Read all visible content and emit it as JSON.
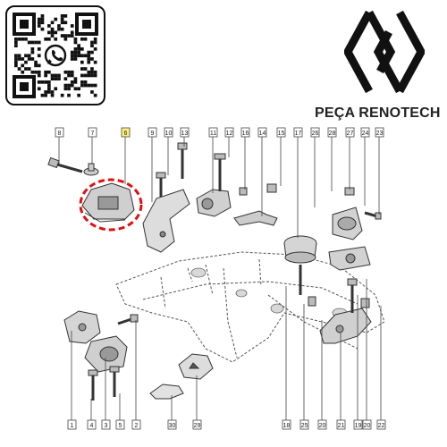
{
  "brand": {
    "name": "PEÇA RENOTECH",
    "logo": "renault-diamond-logo"
  },
  "qr": {
    "icon": "whatsapp-icon"
  },
  "diagram": {
    "highlight_color": "#e01010",
    "highlighted_label": "6",
    "top_labels": [
      "8",
      "7",
      "6",
      "9",
      "10",
      "13",
      "11",
      "12",
      "16",
      "14",
      "15",
      "17",
      "26",
      "28",
      "27",
      "24",
      "23"
    ],
    "bottom_labels": [
      "1",
      "4",
      "3",
      "5",
      "2",
      "30",
      "29",
      "18",
      "25",
      "20",
      "21",
      "19",
      "20",
      "22"
    ]
  }
}
